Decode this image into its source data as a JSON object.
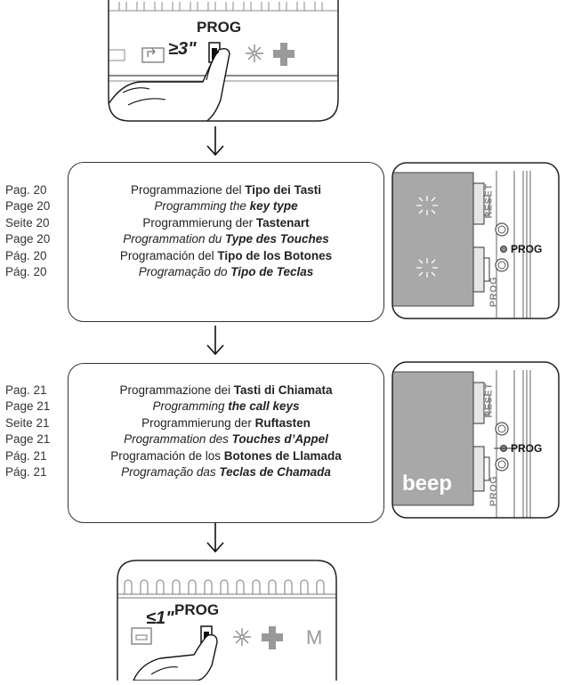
{
  "top_device": {
    "prog_label": "PROG",
    "press_label": "≥3\""
  },
  "bottom_device": {
    "prog_label": "PROG",
    "press_label": "≤1\"",
    "partial_letter": "M"
  },
  "step1": {
    "pages": [
      "Pag. 20",
      "Page 20",
      "Seite 20",
      "Page 20",
      "Pág. 20",
      "Pág. 20"
    ],
    "lines": [
      {
        "prefix": "Programmazione del ",
        "bold": "Tipo dei Tasti",
        "italic": false
      },
      {
        "prefix": "Programming the ",
        "bold": "key type",
        "italic": true
      },
      {
        "prefix": "Programmierung der ",
        "bold": "Tastenart",
        "italic": false
      },
      {
        "prefix": "Programmation du ",
        "bold": "Type des Touches",
        "italic": true
      },
      {
        "prefix": "Programación del ",
        "bold": "Tipo de los Botones",
        "italic": false
      },
      {
        "prefix": "Programação do ",
        "bold": "Tipo de Teclas",
        "italic": true
      }
    ],
    "panel": {
      "reset_label": "RESET",
      "prog_label": "PROG",
      "prog_side_label": "PROG"
    }
  },
  "step2": {
    "pages": [
      "Pag. 21",
      "Page 21",
      "Seite 21",
      "Page 21",
      "Pág. 21",
      "Pág. 21"
    ],
    "lines": [
      {
        "prefix": "Programmazione dei ",
        "bold": "Tasti di Chiamata",
        "italic": false
      },
      {
        "prefix": "Programming ",
        "bold": "the call keys",
        "italic": true
      },
      {
        "prefix": "Programmierung der ",
        "bold": "Ruftasten",
        "italic": false
      },
      {
        "prefix": "Programmation des ",
        "bold": "Touches d’Appel",
        "italic": true
      },
      {
        "prefix": "Programación de los ",
        "bold": "Botones de Llamada",
        "italic": false
      },
      {
        "prefix": "Programação das ",
        "bold": "Teclas de Chamada",
        "italic": true
      }
    ],
    "panel": {
      "reset_label": "RESET",
      "prog_label": "PROG",
      "prog_side_label": "PROG",
      "beep_label": "beep"
    }
  }
}
